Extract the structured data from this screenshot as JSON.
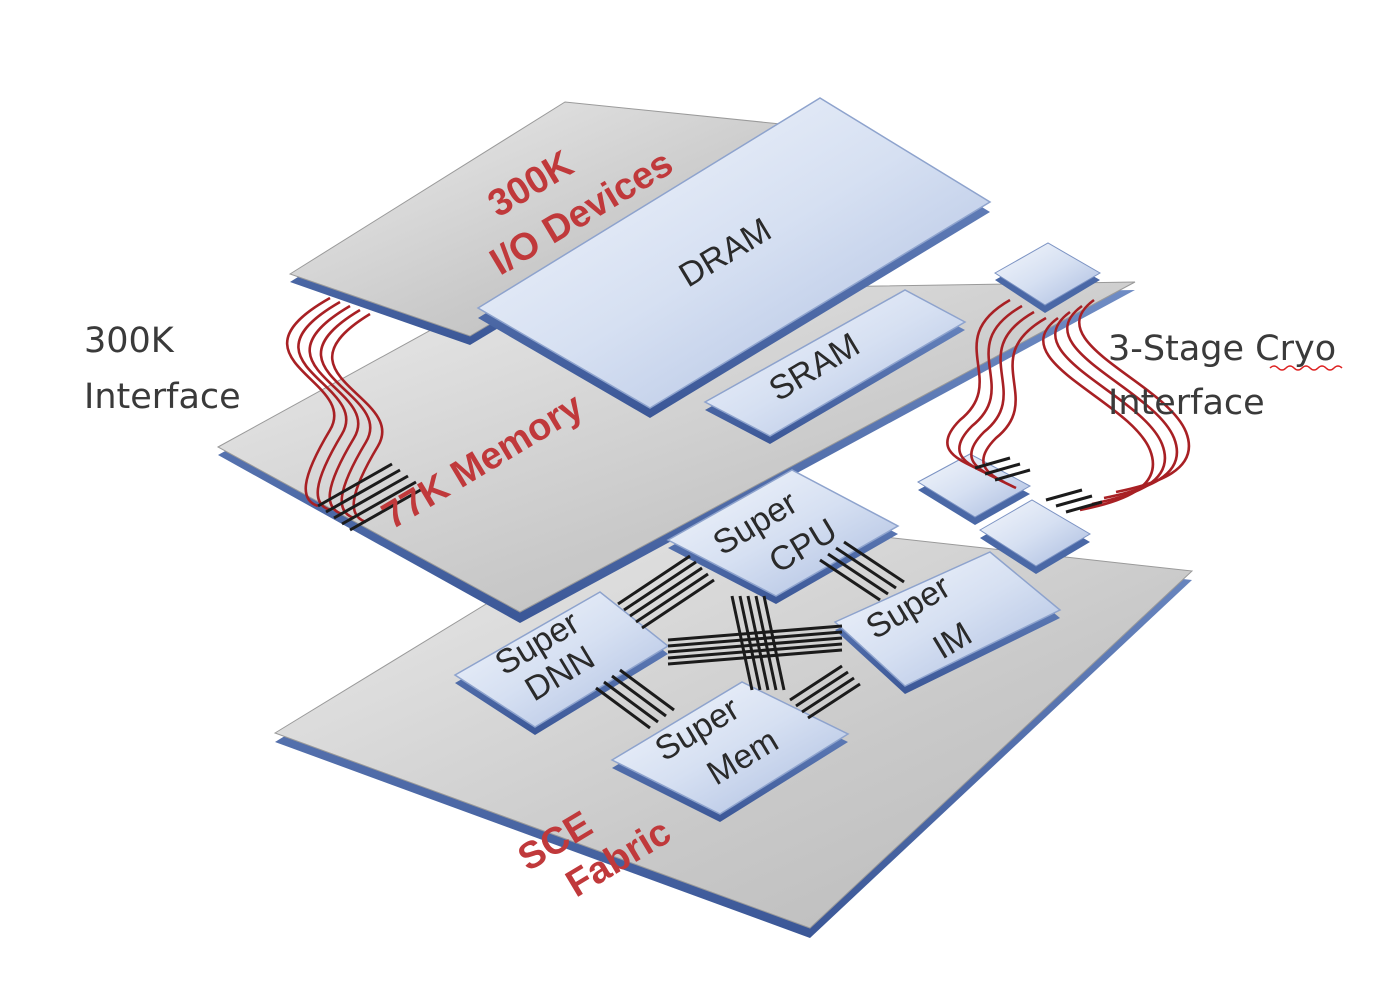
{
  "labels": {
    "left_interface": [
      "300K",
      "Interface"
    ],
    "right_interface_line1_prefix": "3-Stage ",
    "right_interface_line1_word": "Cryo",
    "right_interface_line2": "Interface"
  },
  "layers": {
    "top": {
      "line1": "300K",
      "line2": "I/O Devices"
    },
    "middle": {
      "label": "77K Memory"
    },
    "bottom": {
      "line1": "SCE",
      "line2": "Fabric"
    }
  },
  "blocks": {
    "dram": "DRAM",
    "sram": "SRAM",
    "cpu": {
      "line1": "Super",
      "line2": "CPU"
    },
    "dnn": {
      "line1": "Super",
      "line2": "DNN"
    },
    "im": {
      "line1": "Super",
      "line2": "IM"
    },
    "mem": {
      "line1": "Super",
      "line2": "Mem"
    }
  },
  "colors": {
    "layer_label": "#c0393b",
    "slab_top": "#cfcfcf",
    "slab_edge": "#4a6aa8",
    "block_face": "#dbe3f3",
    "block_edge": "#8ea3cd",
    "cable_red": "#a82024",
    "cable_black": "#1b1b1b"
  }
}
